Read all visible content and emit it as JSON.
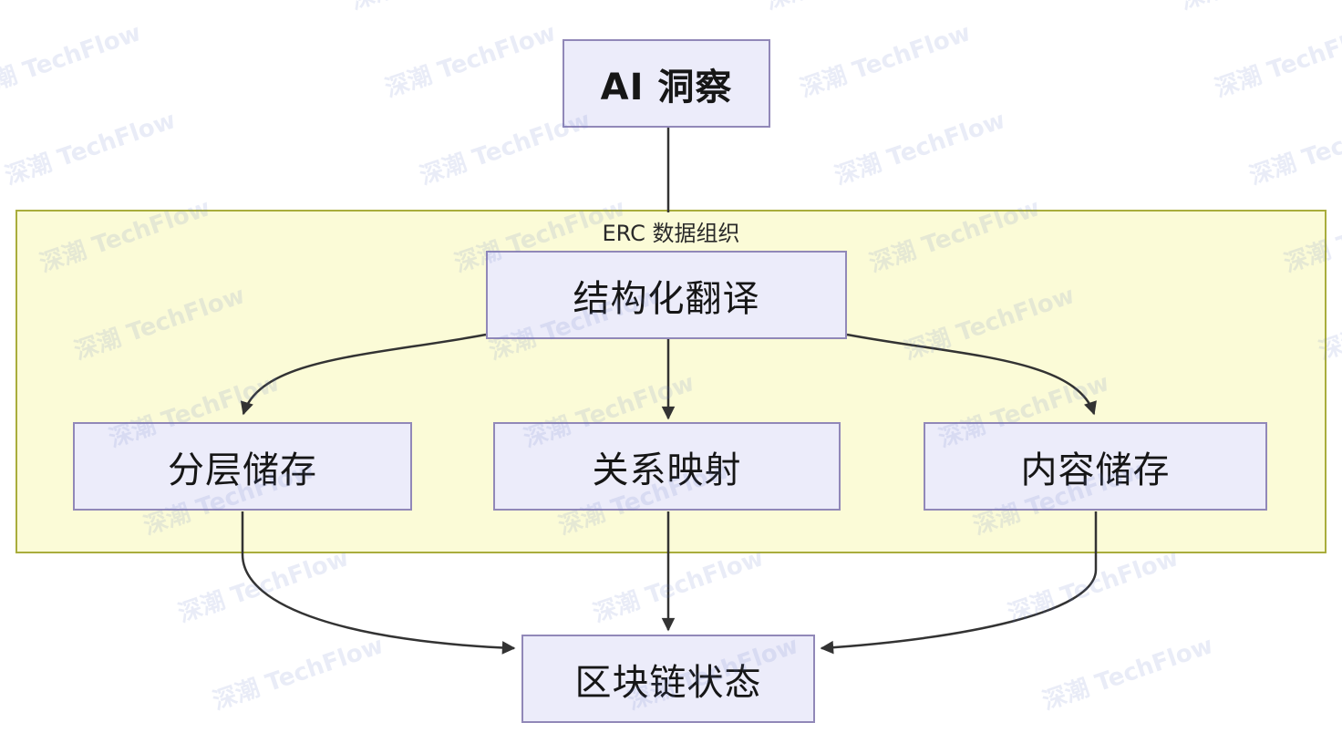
{
  "diagram": {
    "type": "flowchart",
    "direction": "top-down",
    "nodes": {
      "ai_insight": {
        "label": "AI 洞察"
      },
      "structured_translation": {
        "label": "结构化翻译"
      },
      "layered_storage": {
        "label": "分层储存"
      },
      "relation_mapping": {
        "label": "关系映射"
      },
      "content_storage": {
        "label": "内容储存"
      },
      "blockchain_state": {
        "label": "区块链状态"
      }
    },
    "subgraph": {
      "label": "ERC 数据组织"
    },
    "edges": [
      {
        "from": "ai_insight",
        "to": "structured_translation"
      },
      {
        "from": "structured_translation",
        "to": "layered_storage"
      },
      {
        "from": "structured_translation",
        "to": "relation_mapping"
      },
      {
        "from": "structured_translation",
        "to": "content_storage"
      },
      {
        "from": "layered_storage",
        "to": "blockchain_state"
      },
      {
        "from": "relation_mapping",
        "to": "blockchain_state"
      },
      {
        "from": "content_storage",
        "to": "blockchain_state"
      }
    ],
    "colors": {
      "node_fill": "#ececfa",
      "node_border": "#9188b8",
      "subgraph_fill": "#fbfbd7",
      "subgraph_border": "#a9ad3c",
      "edge": "#333333",
      "text": "#161616"
    }
  },
  "watermark": {
    "text": "深潮 TechFlow"
  }
}
